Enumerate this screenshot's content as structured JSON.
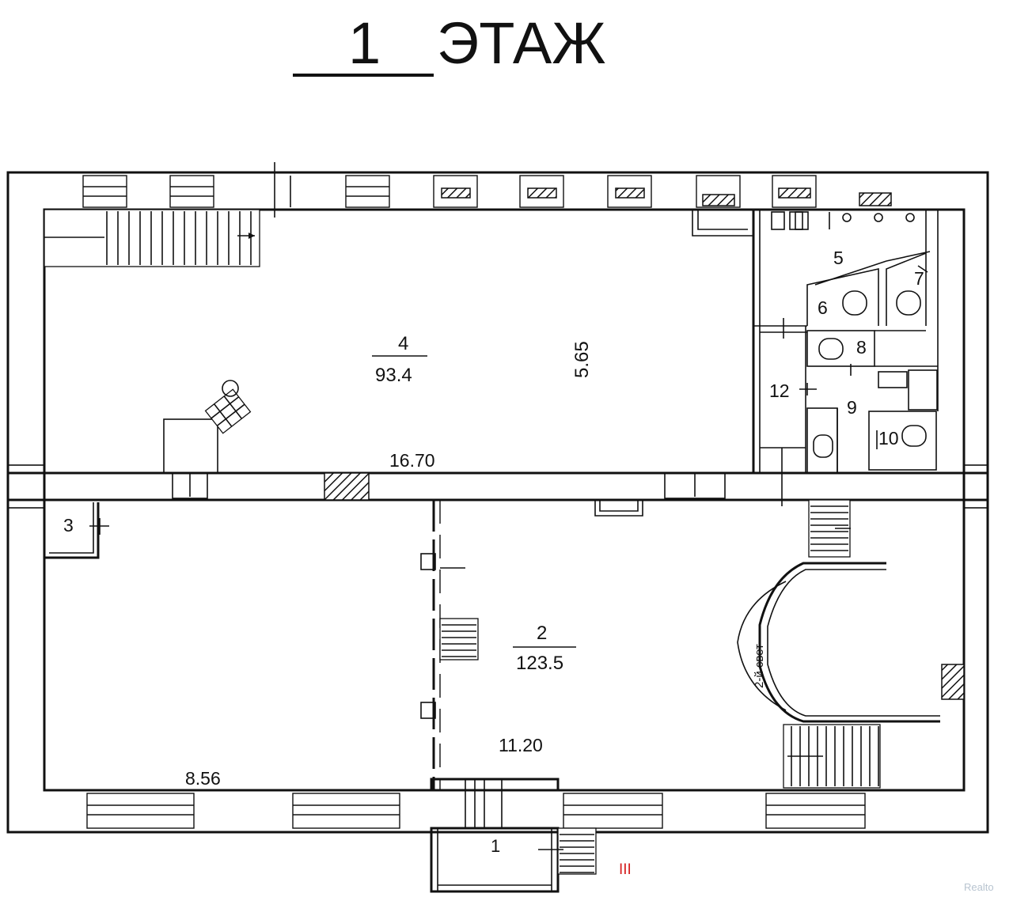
{
  "title": {
    "number": "1",
    "word": "ЭТАЖ"
  },
  "rooms": [
    {
      "number": "4",
      "area": "93.4"
    },
    {
      "number": "2",
      "area": "123.5"
    },
    {
      "number": "1"
    },
    {
      "number": "3"
    },
    {
      "number": "5"
    },
    {
      "number": "6"
    },
    {
      "number": "7"
    },
    {
      "number": "8"
    },
    {
      "number": "9"
    },
    {
      "number": "10"
    },
    {
      "number": "12"
    }
  ],
  "dimensions": {
    "width_top": "16.70",
    "height_top": "5.65",
    "width_bottom_right": "11.20",
    "width_bottom_left": "8.56"
  },
  "notes": {
    "double_height": "2-й свет",
    "entrance_mark": "III"
  },
  "watermark": "Realto",
  "colors": {
    "ink": "#111111",
    "entrance_mark": "#d62020"
  }
}
